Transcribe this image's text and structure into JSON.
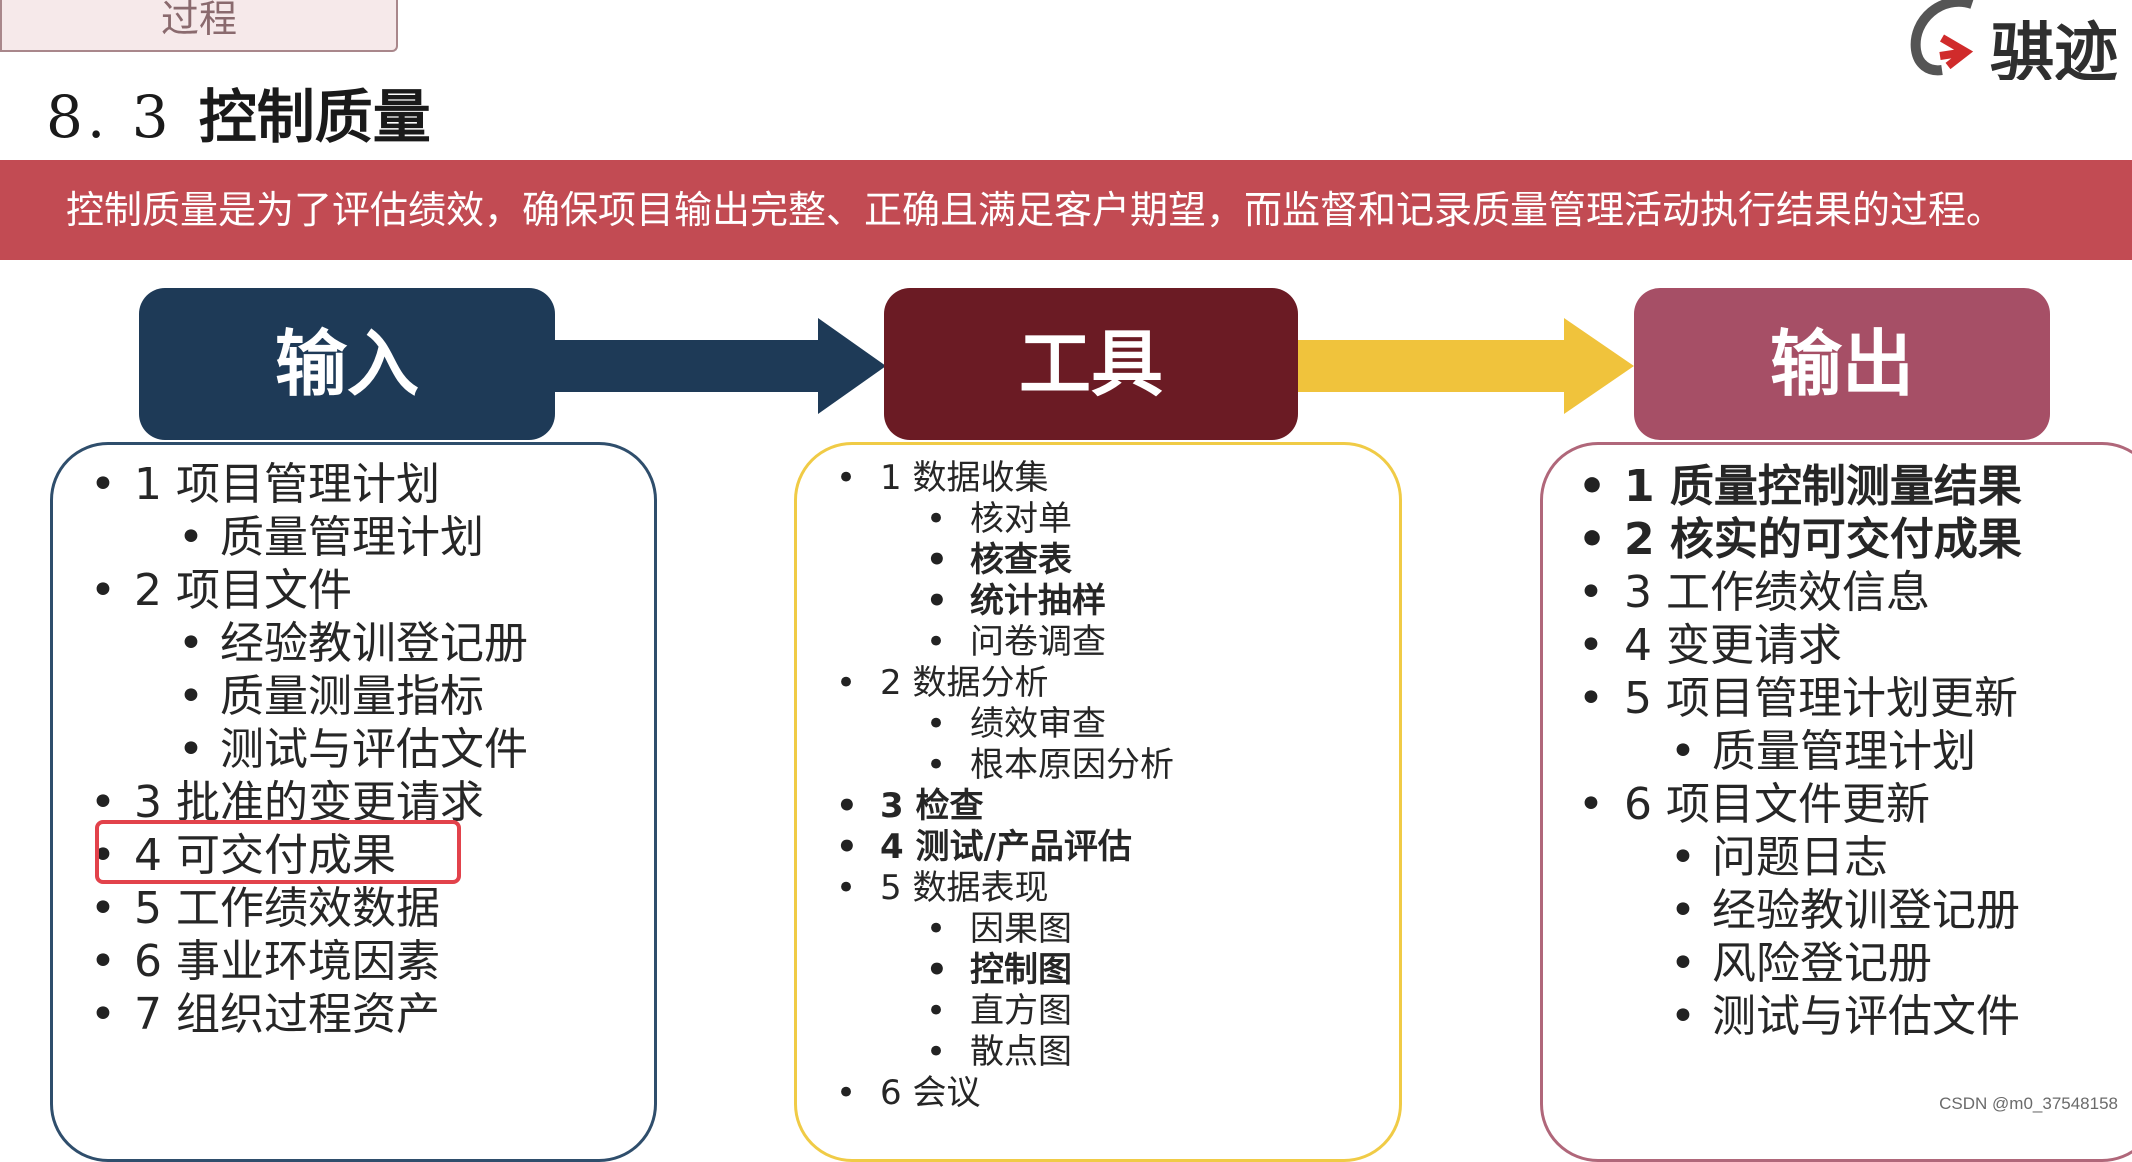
{
  "top_tab": {
    "label": "过程"
  },
  "logo": {
    "text": "骐迹"
  },
  "title": {
    "number": "8. 3",
    "text": "控制质量"
  },
  "banner": {
    "text": "控制质量是为了评估绩效，确保项目输出完整、正确且满足客户期望，而监督和记录质量管理活动执行结果的过程。"
  },
  "colors": {
    "input": "#1e3a57",
    "tools": "#6b1b24",
    "output": "#a64f66",
    "banner": "#c24b53",
    "arrow1": "#1e3a57",
    "arrow2": "#f0c33c",
    "highlight": "#e2424b"
  },
  "input": {
    "label": "输入",
    "items": [
      {
        "text": "1 项目管理计划",
        "level": 1
      },
      {
        "text": "质量管理计划",
        "level": 2
      },
      {
        "text": "2 项目文件",
        "level": 1
      },
      {
        "text": "经验教训登记册",
        "level": 2
      },
      {
        "text": "质量测量指标",
        "level": 2
      },
      {
        "text": "测试与评估文件",
        "level": 2
      },
      {
        "text": "3 批准的变更请求",
        "level": 1
      },
      {
        "text": "4 可交付成果",
        "level": 1
      },
      {
        "text": "5 工作绩效数据",
        "level": 1
      },
      {
        "text": "6 事业环境因素",
        "level": 1
      },
      {
        "text": "7 组织过程资产",
        "level": 1
      }
    ]
  },
  "tools": {
    "label": "工具",
    "items": [
      {
        "text": "1 数据收集",
        "level": 1
      },
      {
        "text": "核对单",
        "level": 2
      },
      {
        "text": "核查表",
        "level": 2,
        "bold": true
      },
      {
        "text": "统计抽样",
        "level": 2,
        "bold": true
      },
      {
        "text": "问卷调查",
        "level": 2
      },
      {
        "text": "2 数据分析",
        "level": 1
      },
      {
        "text": "绩效审查",
        "level": 2
      },
      {
        "text": "根本原因分析",
        "level": 2
      },
      {
        "text": "3 检查",
        "level": 1,
        "bold": true
      },
      {
        "text": "4 测试/产品评估",
        "level": 1,
        "bold": true
      },
      {
        "text": "5 数据表现",
        "level": 1
      },
      {
        "text": "因果图",
        "level": 2
      },
      {
        "text": "控制图",
        "level": 2,
        "bold": true
      },
      {
        "text": "直方图",
        "level": 2
      },
      {
        "text": "散点图",
        "level": 2
      },
      {
        "text": "6 会议",
        "level": 1
      }
    ]
  },
  "output": {
    "label": "输出",
    "items": [
      {
        "text": "1 质量控制测量结果",
        "level": 1,
        "bold": true
      },
      {
        "text": "2 核实的可交付成果",
        "level": 1,
        "bold": true
      },
      {
        "text": "3 工作绩效信息",
        "level": 1
      },
      {
        "text": "4 变更请求",
        "level": 1
      },
      {
        "text": "5 项目管理计划更新",
        "level": 1
      },
      {
        "text": "质量管理计划",
        "level": 2
      },
      {
        "text": "6 项目文件更新",
        "level": 1
      },
      {
        "text": "问题日志",
        "level": 2
      },
      {
        "text": "经验教训登记册",
        "level": 2
      },
      {
        "text": "风险登记册",
        "level": 2
      },
      {
        "text": "测试与评估文件",
        "level": 2
      }
    ]
  },
  "watermark": "CSDN @m0_37548158"
}
